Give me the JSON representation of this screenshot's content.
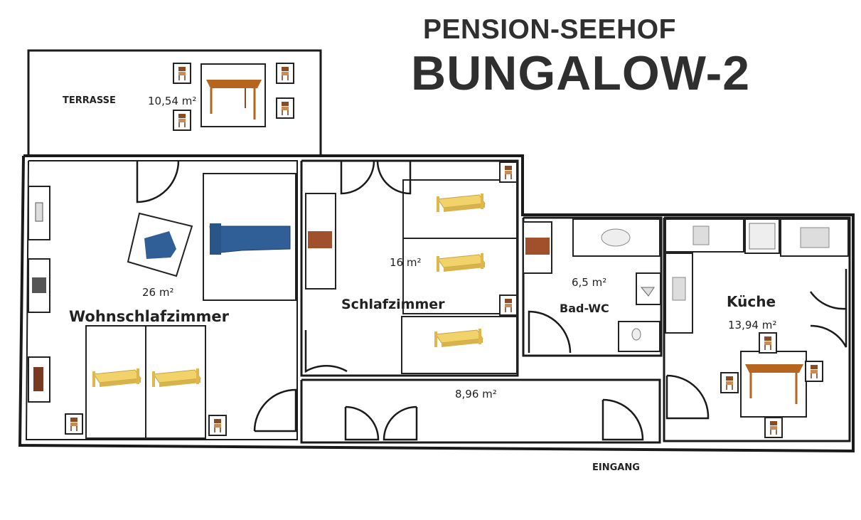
{
  "header": {
    "line1": "PENSION-SEEHOF",
    "line2": "BUNGALOW-2"
  },
  "rooms": {
    "terrasse": {
      "name": "TERRASSE",
      "area": "10,54 m²"
    },
    "wohnschlafzimmer": {
      "name": "Wohnschlafzimmer",
      "area": "26 m²"
    },
    "schlafzimmer": {
      "name": "Schlafzimmer",
      "area": "16 m²"
    },
    "bad": {
      "name": "Bad-WC",
      "area": "6,5 m²"
    },
    "kueche": {
      "name": "Küche",
      "area": "13,94 m²"
    },
    "flur": {
      "area": "8,96 m²"
    }
  },
  "entrance": {
    "label": "EINGANG"
  },
  "colors": {
    "wall": "#1a1a1a",
    "bed": "#f2d36b",
    "sofa": "#2f5f96",
    "wood": "#b5651d",
    "dresser": "#a0502a"
  }
}
